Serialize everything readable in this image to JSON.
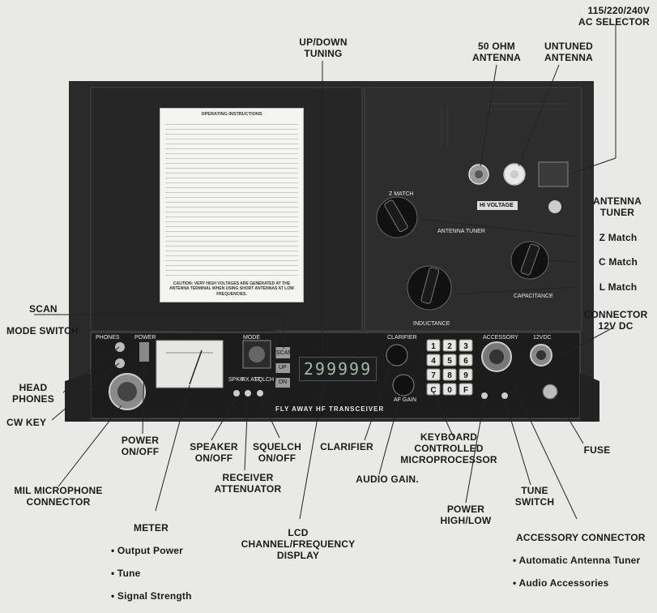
{
  "callouts": {
    "ac_selector": "115/220/240V\nAC SELECTOR",
    "up_down": "UP/DOWN\nTUNING",
    "ohm50": "50 OHM\nANTENNA",
    "untuned": "UNTUNED\nANTENNA",
    "antenna_tuner": "ANTENNA\nTUNER",
    "z_match": "Z Match",
    "c_match": "C Match",
    "l_match": "L Match",
    "connector12v": "CONNECTOR\n12V DC",
    "scan": "SCAN",
    "mode_switch": "MODE SWITCH",
    "head_phones": "HEAD\nPHONES",
    "cw_key": "CW KEY",
    "power_onoff": "POWER\nON/OFF",
    "speaker": "SPEAKER\nON/OFF",
    "squelch": "SQUELCH\nON/OFF",
    "clarifier": "CLARIFIER",
    "keyboard": "KEYBOARD\nCONTROLLED\nMICROPROCESSOR",
    "fuse": "FUSE",
    "receiver_att": "RECEIVER\nATTENUATOR",
    "audio_gain": "AUDIO GAIN.",
    "mil_mic": "MIL MICROPHONE\nCONNECTOR",
    "tune_switch": "TUNE\nSWITCH",
    "power_highlow": "POWER\nHIGH/LOW",
    "lcd_display": "LCD\nCHANNEL/FREQUENCY\nDISPLAY",
    "meter_title": "METER",
    "meter_items": [
      "• Output Power",
      "• Tune",
      "• Signal Strength"
    ],
    "accessory_title": "ACCESSORY CONNECTOR",
    "accessory_items": [
      "• Automatic Antenna Tuner",
      "• Audio Accessories"
    ]
  },
  "panel": {
    "transceiver_name": "FLY AWAY HF TRANSCEIVER",
    "lcd_value": "299999",
    "hi_voltage": "HI VOLTAGE",
    "tuner_label": "ANTENNA TUNER",
    "z_match_label": "Z MATCH",
    "capacitance_label": "CAPACITANCE",
    "inductance_label": "INDUCTANCE",
    "phones": "PHONES",
    "power": "POWER",
    "mode": "MODE",
    "scan_btn": "SCAN",
    "up_btn": "UP",
    "dn_btn": "DN",
    "clarifier_lbl": "CLARIFIER",
    "af_gain": "AF GAIN",
    "accessory_lbl": "ACCESSORY",
    "dc_lbl": "12VDC",
    "spkr": "SPKR",
    "rx_att": "RX ATT",
    "sqlch": "SQLCH",
    "keys": [
      "1",
      "2",
      "3",
      "4",
      "5",
      "6",
      "7",
      "8",
      "9",
      "C",
      "0",
      "F"
    ],
    "instructions_title": "OPERATING INSTRUCTIONS",
    "instructions_caution": "CAUTION: VERY HIGH VOLTAGES ARE GENERATED AT THE ANTENNA TERMINAL WHEN USING SHORT ANTENNAS AT LOW FREQUENCIES."
  },
  "colors": {
    "background": "#e9e9e7",
    "chassis": "#2b2b2b",
    "panel": "#1d1d1d",
    "label": "#1a1a1a",
    "lcd": "#a9b6a6"
  }
}
